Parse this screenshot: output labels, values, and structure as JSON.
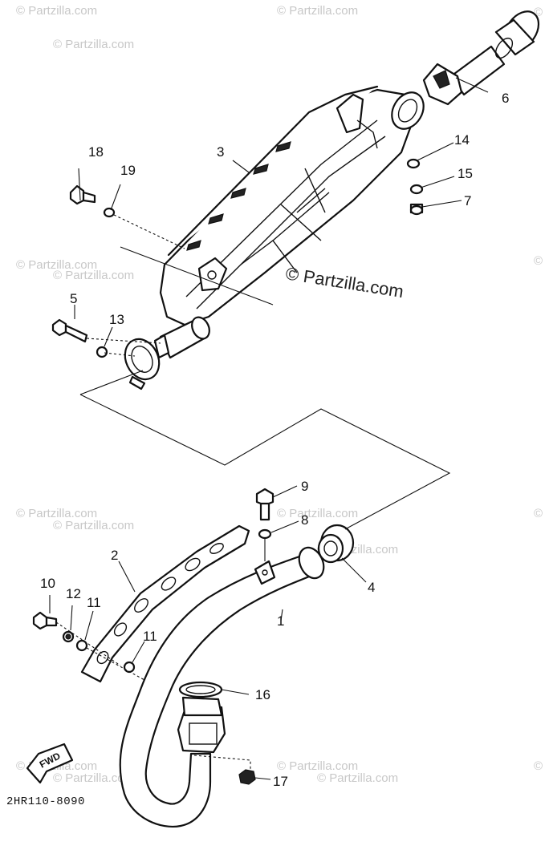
{
  "diagram_code": "2HR110-8090",
  "fwd_label": "FWD",
  "watermark_main": "© Partzilla.com",
  "watermark_small": "© Partzilla.com",
  "callouts": [
    "1",
    "2",
    "3",
    "4",
    "5",
    "6",
    "7",
    "8",
    "9",
    "10",
    "11",
    "11",
    "12",
    "13",
    "14",
    "15",
    "16",
    "17",
    "18",
    "19"
  ]
}
